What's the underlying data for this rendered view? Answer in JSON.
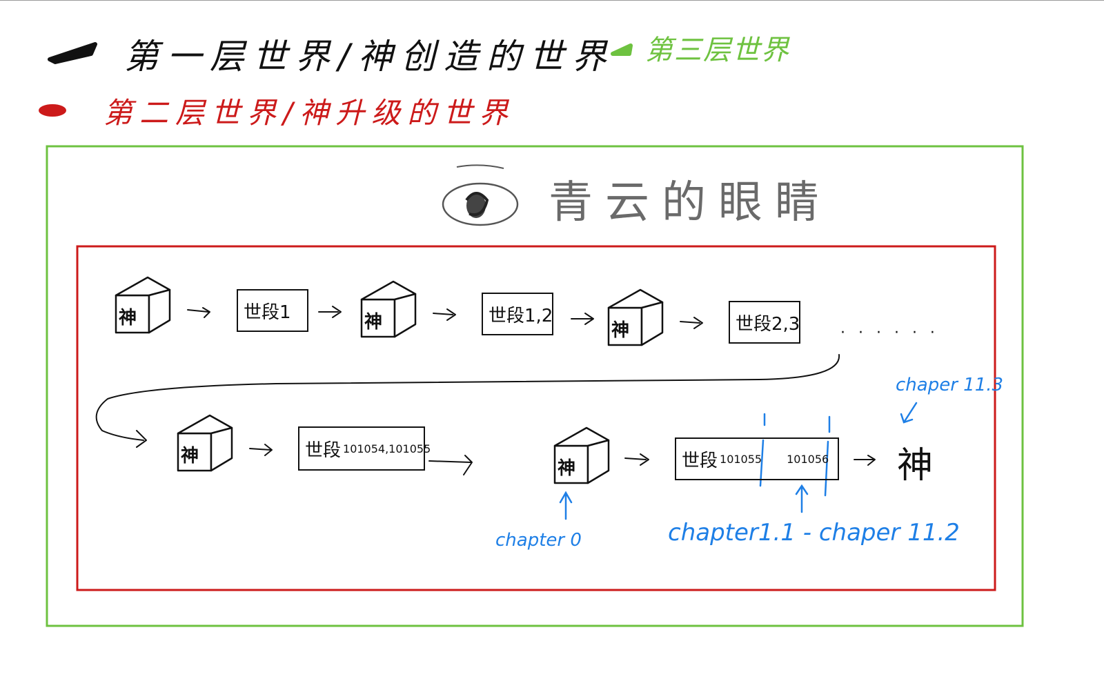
{
  "legend": {
    "layer1": "第一层世界/神创造的世界",
    "layer2": "第二层世界/神升级的世界",
    "layer3": "第三层世界"
  },
  "eye_title": "青云的眼睛",
  "cube_label": "神",
  "nodes": {
    "seg1": "世段1",
    "seg12": "世段1,2",
    "seg23": "世段2,3",
    "seg_big_main": "世段",
    "seg_big_sub": "101054,101055",
    "seg_final_main": "世段",
    "seg_final_sub": "101055",
    "seg_final_tail": "101056",
    "ellipsis": "· · · · · ·"
  },
  "annotations": {
    "chapter0": "chapter 0",
    "chapter_range": "chapter1.1 - chaper 11.2",
    "chapter113": "chaper 11.3"
  },
  "final_god": "神",
  "colors": {
    "black": "#111111",
    "red": "#cc1a1a",
    "green": "#6ec240",
    "blue": "#1e7fe6",
    "gray": "#6a6a6a"
  }
}
